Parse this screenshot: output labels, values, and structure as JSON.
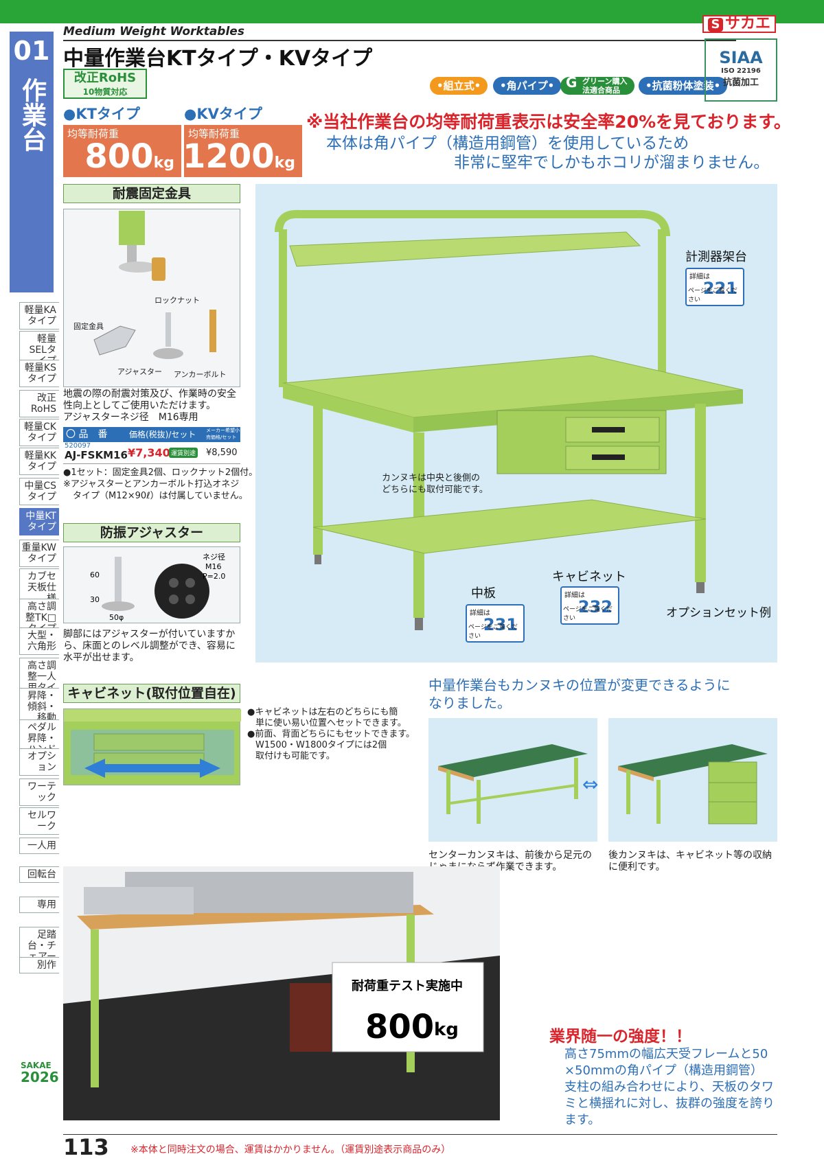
{
  "header": {
    "brand": "サカエ",
    "brand_mark": "S",
    "subtitle_en": "Medium Weight Worktables",
    "title": "中量作業台KTタイプ・KVタイプ"
  },
  "chapter": {
    "number": "01",
    "name": "作業台"
  },
  "sidebar": {
    "items": [
      "軽量KAタイプ",
      "軽量SELタイプ",
      "軽量KSタイプ",
      "改正RoHS",
      "軽量CKタイプ",
      "軽量KKタイプ",
      "中量CSタイプ",
      "中量KTタイプ",
      "重量KWタイプ",
      "カブセ天板仕様",
      "高さ調整TK□タイプ",
      "大型・六角形",
      "高さ調整一人用タイプ",
      "昇降・傾斜・移動",
      "ペダル昇降・ハンドル昇降",
      "オプション",
      "ワーテック",
      "セルワーク",
      "一人用",
      "回転台",
      "専用",
      "足踏台・チェアー",
      "別作"
    ],
    "active_index": 7
  },
  "badges": {
    "rohs_main": "改正RoHS",
    "rohs_sub": "10物質対応",
    "pills": [
      "•組立式•",
      "•角パイプ•",
      "グリーン購入法適合商品",
      "•抗菌粉体塗装•"
    ],
    "siaa": {
      "logo": "SIAA",
      "iso": "ISO 22196",
      "label": "抗菌加工"
    }
  },
  "types": [
    {
      "name": "●KTタイプ",
      "load_label": "均等耐荷重",
      "load_value": "800",
      "unit": "kg"
    },
    {
      "name": "●KVタイプ",
      "load_label": "均等耐荷重",
      "load_value": "1200",
      "unit": "kg"
    }
  ],
  "notices": {
    "red": "※当社作業台の均等耐荷重表示は安全率20%を見ております。",
    "blue_1": "本体は角パイプ（構造用鋼管）を使用しているため",
    "blue_2": "非常に堅牢でしかもホコリが溜まりません。"
  },
  "seismic": {
    "title": "耐震固定金具",
    "labels": {
      "locknut": "ロックナット",
      "bracket": "固定金具",
      "adjuster": "アジャスター",
      "anchor": "アンカーボルト"
    },
    "desc_1": "地震の際の耐震対策及び、作業時の安全",
    "desc_2": "性向上としてご使用いただけます。",
    "desc_3": "アジャスターネジ径　M16専用",
    "table_head": {
      "code": "〇 品　番",
      "price": "価格(税抜)/セット",
      "maker": "メーカー希望小売価格/セット"
    },
    "product": {
      "id": "520097",
      "code": "AJ-FSKM16",
      "price": "¥7,340",
      "shipping_tag": "運賃別途",
      "msrp": "¥8,590"
    },
    "note_1": "●1セット：固定金具2個、ロックナット2個付。",
    "note_2": "※アジャスターとアンカーボルト打込オネジ",
    "note_3": "タイプ（M12×90ℓ）は付属していません。"
  },
  "adjuster": {
    "title": "防振アジャスター",
    "dims": {
      "h1": "60",
      "h2": "30",
      "w": "50φ"
    },
    "thread_1": "ネジ径",
    "thread_2": "M16",
    "thread_3": "P=2.0",
    "desc_1": "脚部にはアジャスターが付いていますか",
    "desc_2": "ら、床面とのレベル調整ができ、容易に",
    "desc_3": "水平が出せます。"
  },
  "cabinet": {
    "title": "キャビネット(取付位置自在)",
    "bullet_1": "●キャビネットは左右のどちらにも簡",
    "bullet_1b": "単に使い易い位置へセットできます。",
    "bullet_2": "●前面、背面どちらにもセットできます。",
    "bullet_2b": "W1500・W1800タイプには2個",
    "bullet_2c": "取付けも可能です。"
  },
  "hero": {
    "callouts": {
      "instrument_shelf": "計測器架台",
      "crossbar_1": "カンヌキは中央と後側の",
      "crossbar_2": "どちらにも取付可能です。",
      "cabinet": "キャビネット",
      "mid_shelf": "中板",
      "option_example": "オプションセット例"
    },
    "refs": [
      {
        "label": "詳細は",
        "page": "221",
        "foot": "ページをご覧ください"
      },
      {
        "label": "詳細は",
        "page": "231",
        "foot": "ページをご覧ください"
      },
      {
        "label": "詳細は",
        "page": "232",
        "foot": "ページをご覧ください"
      }
    ]
  },
  "kannuki": {
    "heading_1": "中量作業台もカンヌキの位置が変更できるように",
    "heading_2": "なりました。",
    "cap_left_1": "センターカンヌキは、前後から足元の",
    "cap_left_2": "じゃまにならず作業できます。",
    "cap_right_1": "後カンヌキは、キャビネット等の収納",
    "cap_right_2": "に便利です。"
  },
  "test": {
    "sign_1": "耐荷重テスト実施中",
    "sign_2": "800",
    "sign_unit": "kg",
    "strong_title": "業界随一の強度！！",
    "strong_1": "高さ75mmの幅広天受フレームと50",
    "strong_2": "×50mmの角パイプ（構造用鋼管）",
    "strong_3": "支柱の組み合わせにより、天板のタワ",
    "strong_4": "ミと横揺れに対し、抜群の強度を誇り",
    "strong_5": "ます。"
  },
  "footer": {
    "page": "113",
    "note": "※本体と同時注文の場合、運賃はかかりません。（運賃別途表示商品のみ）",
    "catalog": "SAKAE",
    "year": "2026"
  },
  "colors": {
    "green_frame": "#a4cf5a",
    "accent_blue": "#2d6fb6",
    "alert_red": "#d9242b",
    "load_orange": "#e3764c"
  }
}
